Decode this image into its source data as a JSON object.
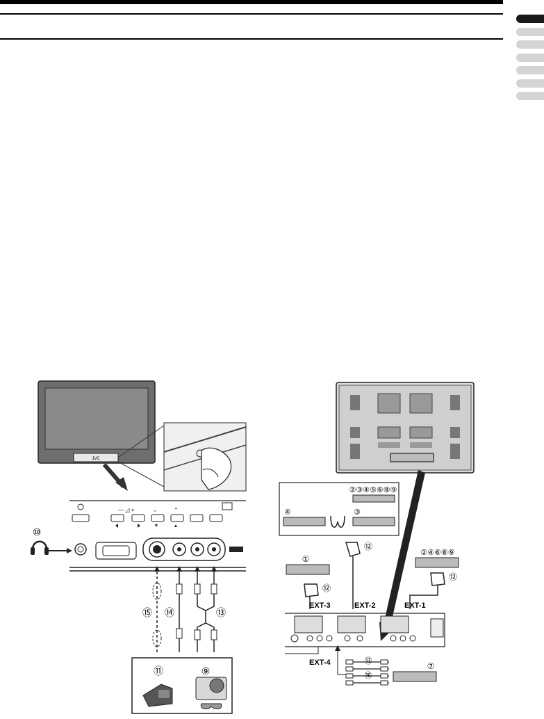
{
  "tabs": {
    "count": 7,
    "active_index": 0
  },
  "front_panel": {
    "brand_mark": "JVC",
    "callouts": {
      "headphones": "⑩",
      "camcorder": "⑪",
      "game_console": "⑨",
      "video_cable": "⑮",
      "s_video_cable": "⑭",
      "audio_cable": "⑬"
    }
  },
  "rear_panel": {
    "labels": {
      "ext1": "EXT-1",
      "ext2": "EXT-2",
      "ext3": "EXT-3",
      "ext4": "EXT-4"
    },
    "callouts": {
      "group_top": "②③④⑤⑥⑧⑨",
      "group_left": "④",
      "group_mid": "③",
      "device_1": "①",
      "cable_12_top": "⑫",
      "cable_12_left": "⑫",
      "cable_12_right": "⑫",
      "group_right": "②④⑥⑧⑨",
      "cable_13": "⑬",
      "cable_16": "⑯",
      "device_7": "⑦"
    }
  }
}
